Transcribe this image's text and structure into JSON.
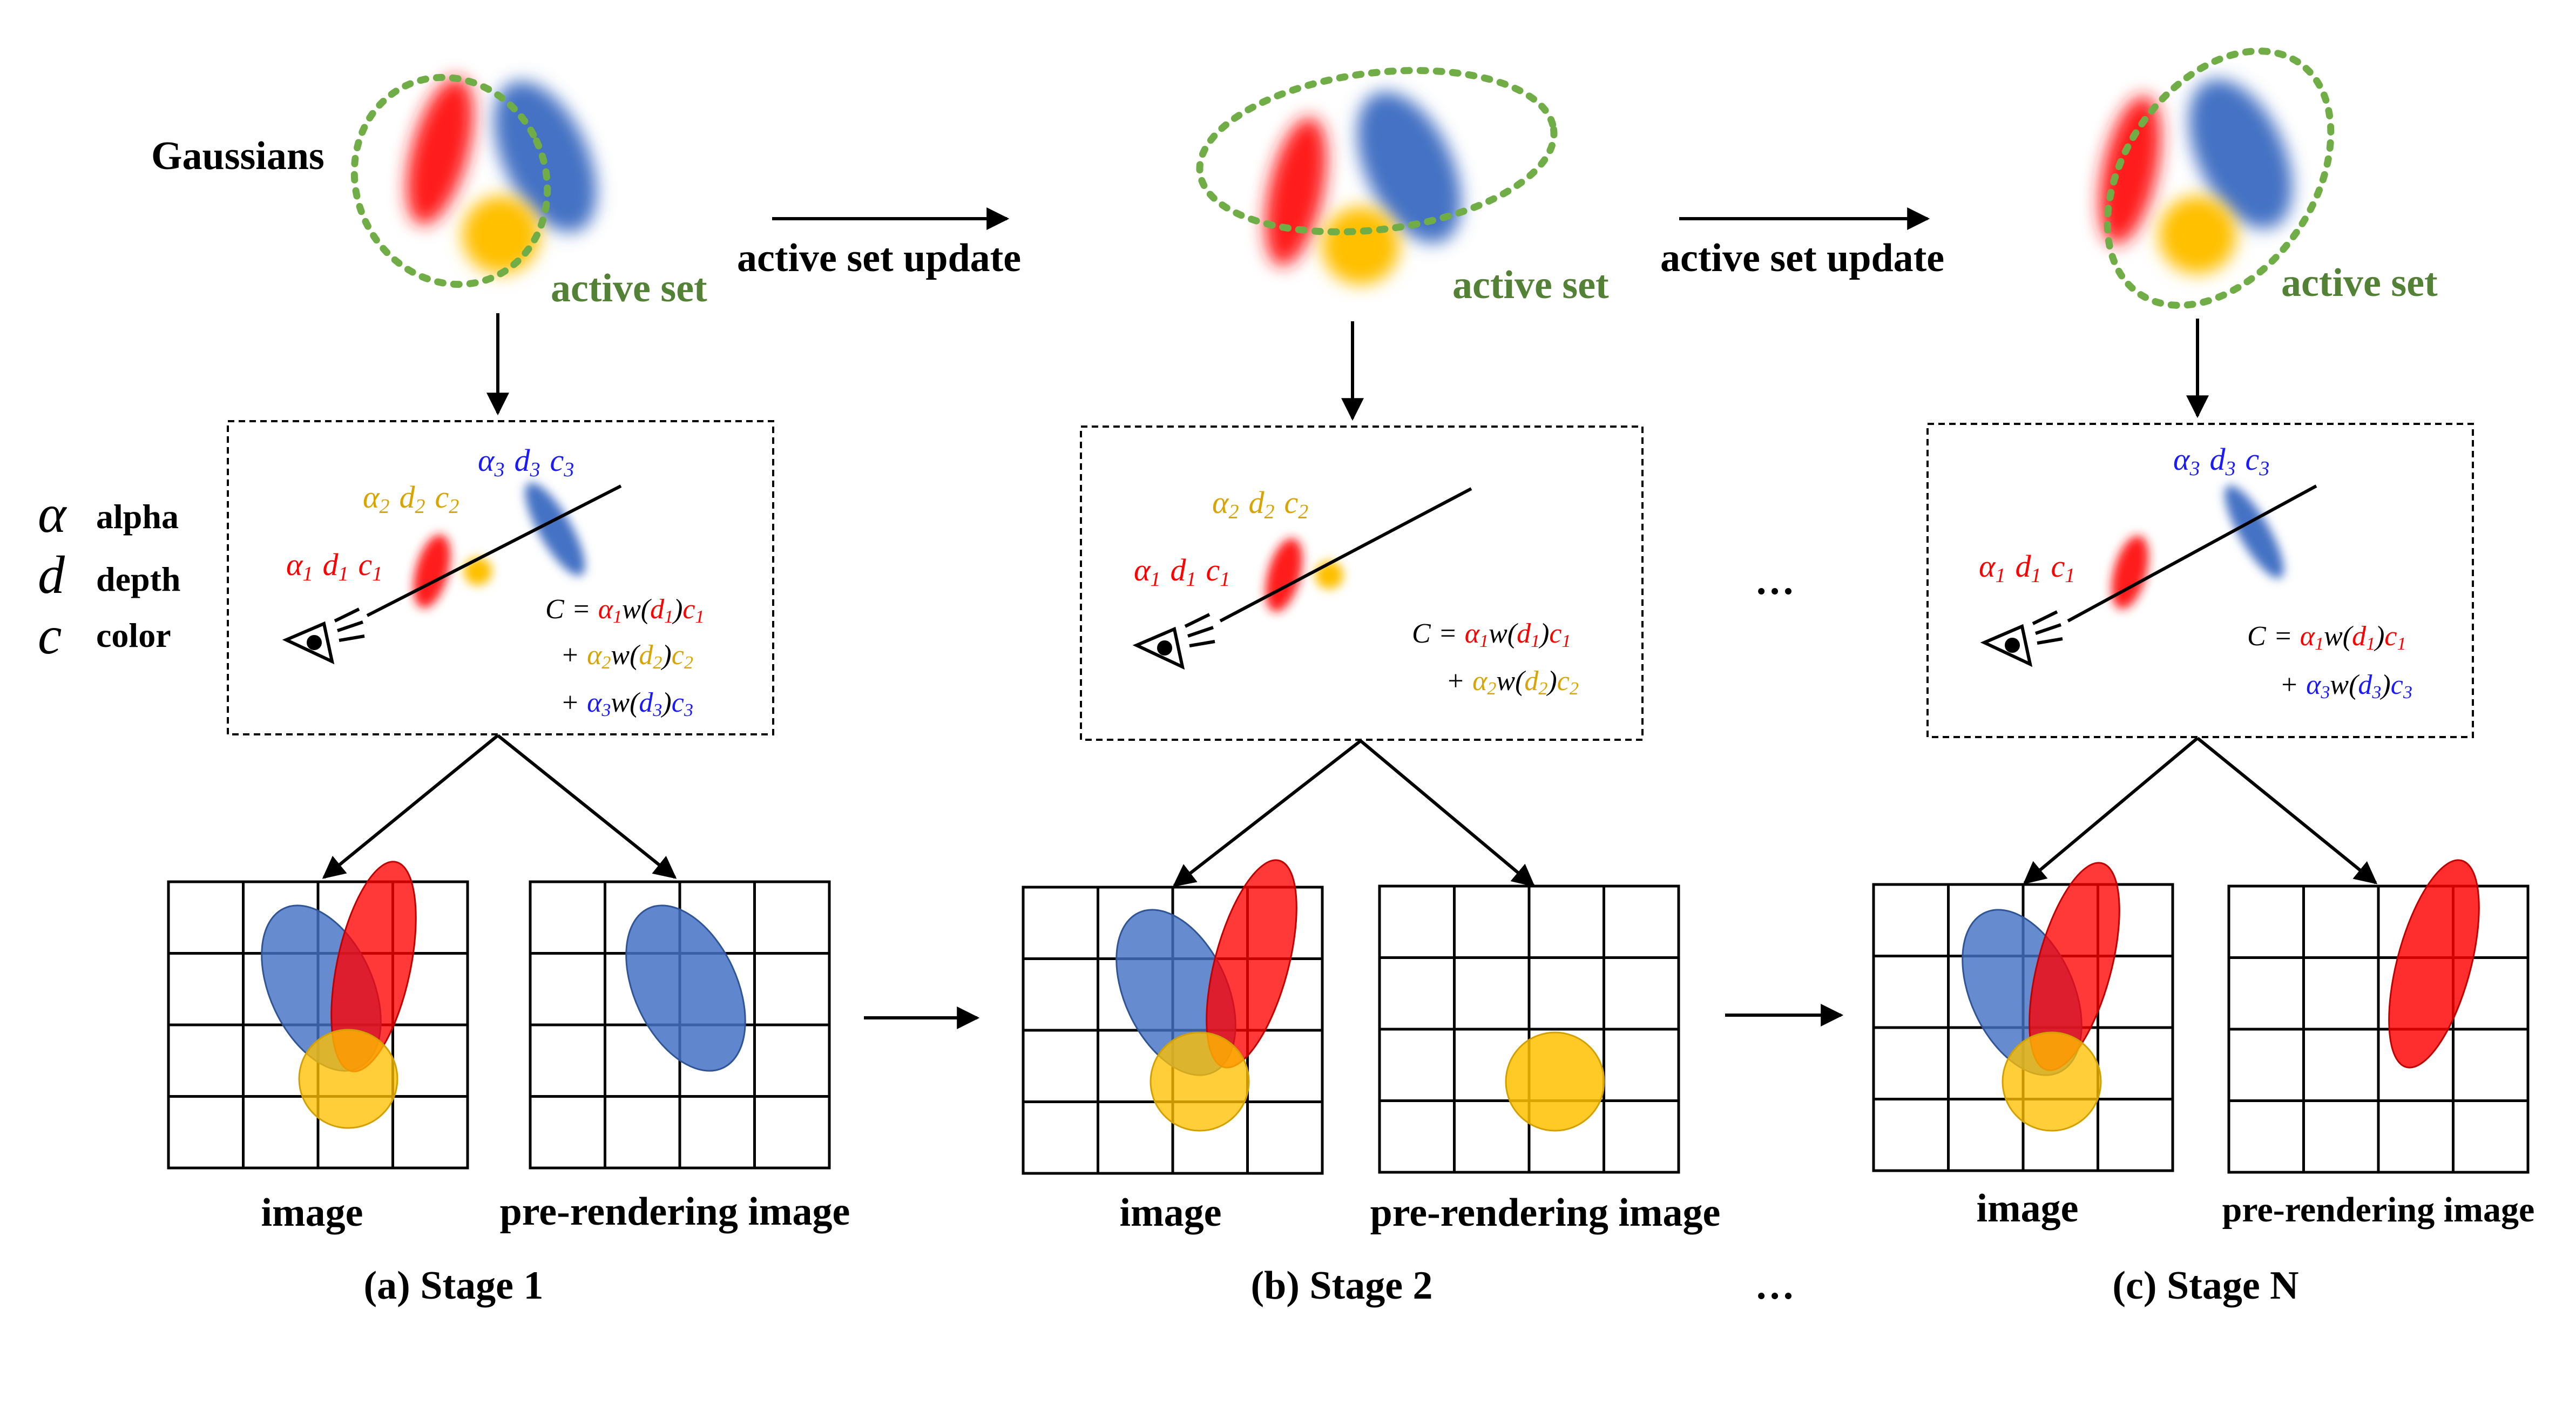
{
  "labels": {
    "gaussians": "Gaussians",
    "active_set": "active set",
    "active_set_update": "active set update",
    "image": "image",
    "pre_rendering_image": "pre-rendering image",
    "ellipsis": "…"
  },
  "legend": [
    {
      "symbol": "α",
      "text": "alpha"
    },
    {
      "symbol": "d",
      "text": "depth"
    },
    {
      "symbol": "c",
      "text": "color"
    }
  ],
  "stages": [
    {
      "caption": "(a) Stage 1"
    },
    {
      "caption": "(b) Stage 2"
    },
    {
      "caption": "(c) Stage N"
    }
  ],
  "math": {
    "red_sym": {
      "a": "α",
      "b": "d",
      "c": "c",
      "sub": "1"
    },
    "yellow_sym": {
      "a": "α",
      "b": "d",
      "c": "c",
      "sub": "2"
    },
    "blue_sym": {
      "a": "α",
      "b": "d",
      "c": "c",
      "sub": "3"
    },
    "eq_C": "C",
    "eq_eq": "=",
    "eq_plus": "+",
    "eq_w": "w"
  },
  "colors": {
    "red": "#ff1f1f",
    "blue": "#4472c4",
    "yellow": "#ffc000",
    "green": "#538135",
    "math_red": "#ff0000",
    "math_yellow": "#d9a400",
    "math_blue": "#1a1aff"
  }
}
